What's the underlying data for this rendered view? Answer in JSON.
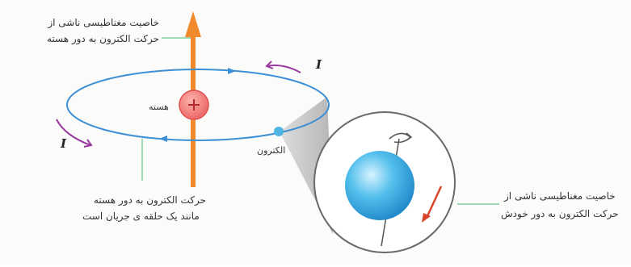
{
  "labels": {
    "orbit_magnetism_line1": "خاصیت مغناطیسی ناشی از",
    "orbit_magnetism_line2": "حرکت الکترون به دور هسته",
    "nucleus": "هسته",
    "electron": "الکترون",
    "loop_line1": "حرکت الکترون به دور هسته",
    "loop_line2": "مانند یک حلقه ی جریان است",
    "spin_magnetism_line1": "خاصیت مغناطیسی ناشی از",
    "spin_magnetism_line2": "حرکت الکترون به دور خودش",
    "current_symbol_top": "I",
    "current_symbol_bottom": "I",
    "plus_sign": "+"
  },
  "colors": {
    "orbit": "#3d8fd6",
    "axis_arrow": "#f08a2c",
    "nucleus": "#f07a78",
    "current_arrow": "#9a3aa0",
    "spin_arrow": "#d8452b",
    "leader_line": "#7ecf9e",
    "electron": "#4fb3e3"
  }
}
